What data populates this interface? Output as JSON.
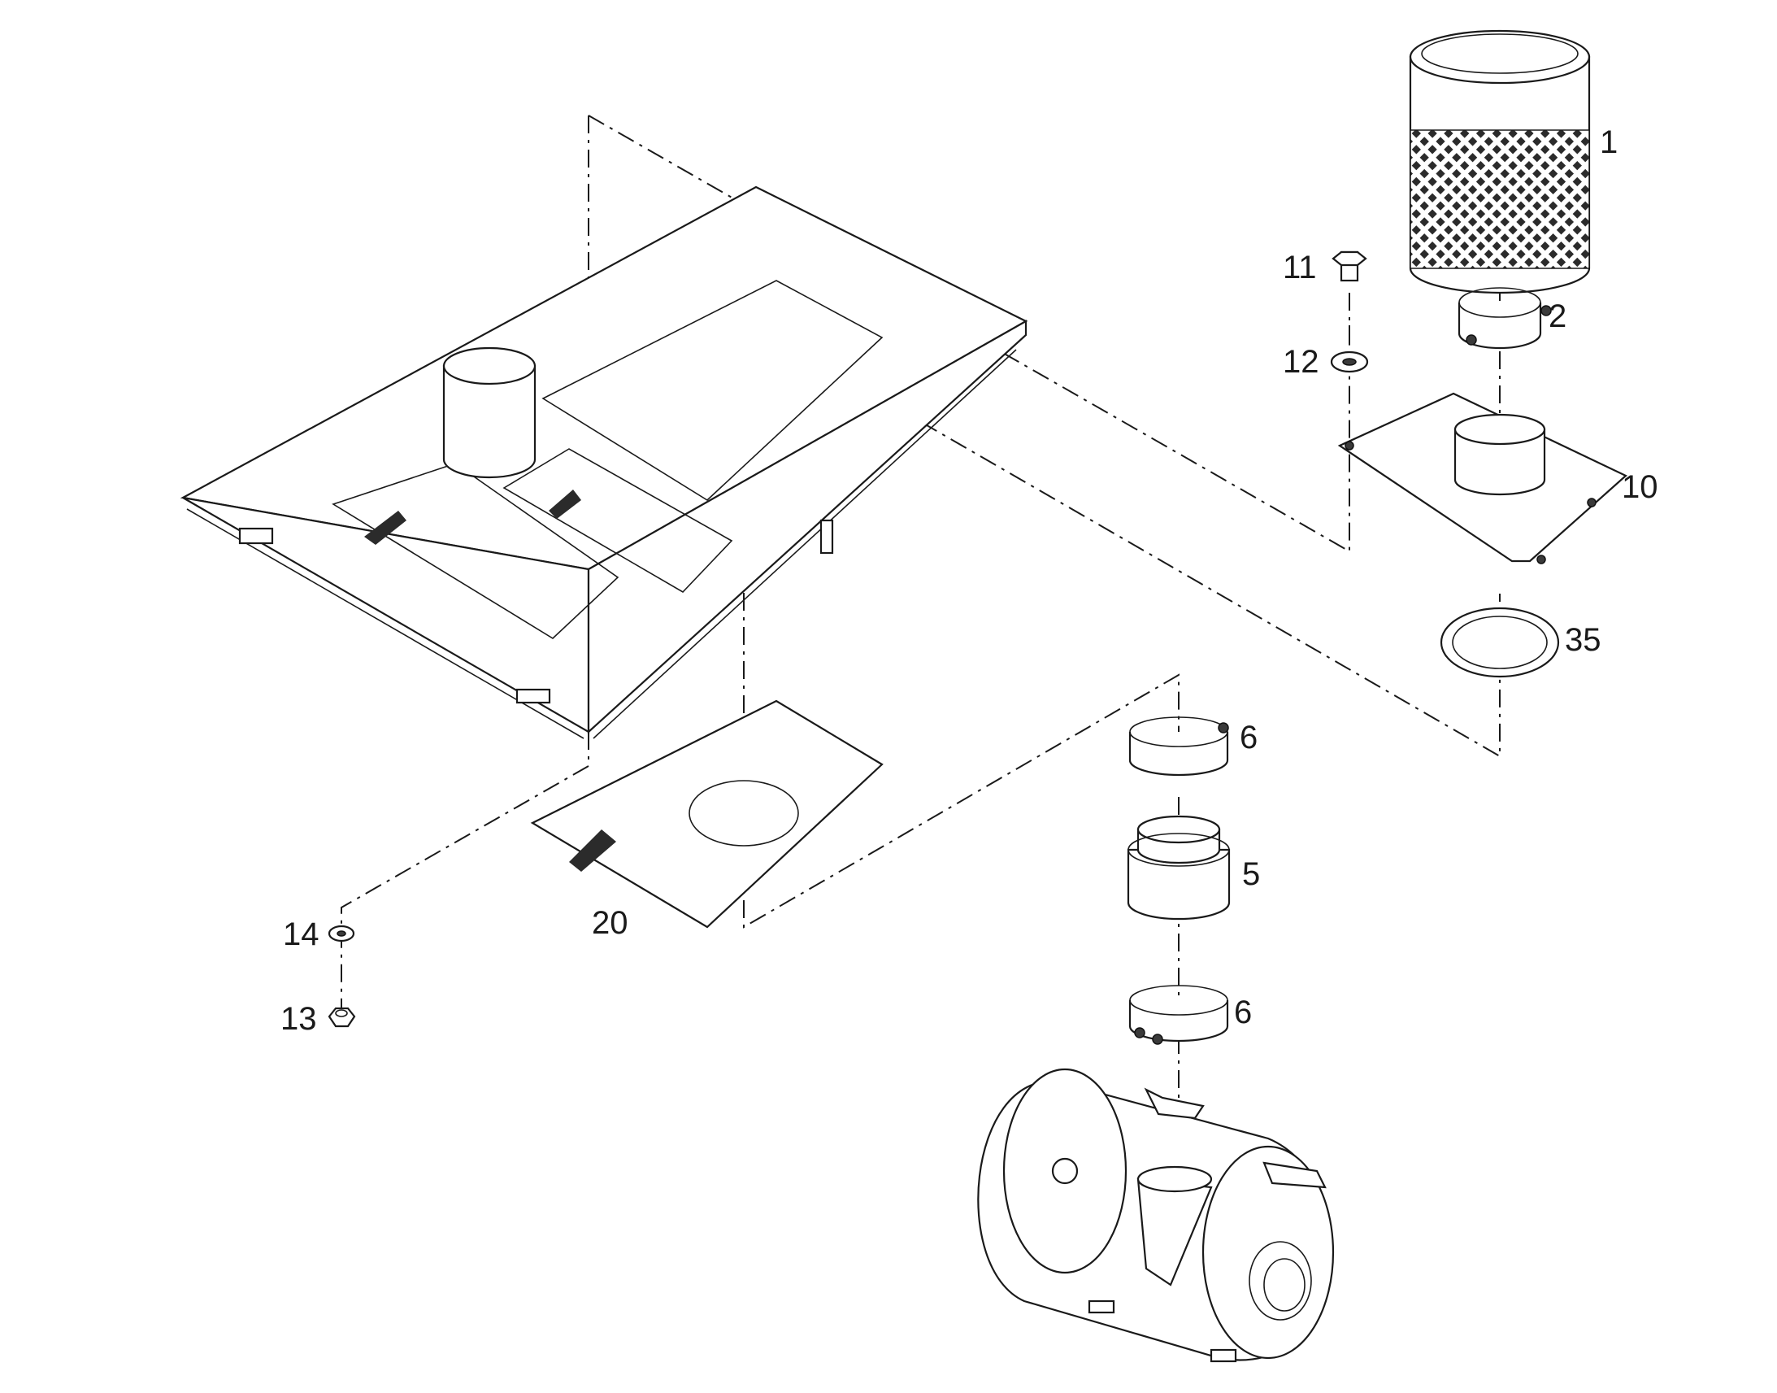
{
  "colors": {
    "line": "#1a1a1a",
    "background": "#ffffff"
  },
  "callouts": [
    {
      "id": "c1",
      "label": "1"
    },
    {
      "id": "c2",
      "label": "2"
    },
    {
      "id": "c10",
      "label": "10"
    },
    {
      "id": "c35",
      "label": "35"
    },
    {
      "id": "c11",
      "label": "11"
    },
    {
      "id": "c12",
      "label": "12"
    },
    {
      "id": "c6a",
      "label": "6"
    },
    {
      "id": "c5",
      "label": "5"
    },
    {
      "id": "c6b",
      "label": "6"
    },
    {
      "id": "c20",
      "label": "20"
    },
    {
      "id": "c14",
      "label": "14"
    },
    {
      "id": "c13",
      "label": "13"
    }
  ]
}
